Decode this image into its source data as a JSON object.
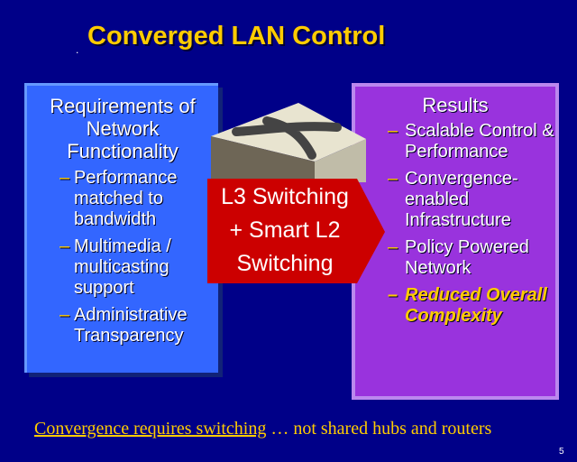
{
  "title": "Converged LAN Control",
  "left_box": {
    "heading": "Requirements of Network Functionality",
    "items": [
      "Performance matched to bandwidth",
      "Multimedia / multicasting support",
      "Administrative Transparency"
    ]
  },
  "center": {
    "text_line1": "L3 Switching",
    "text_line2": "+ Smart L2",
    "text_line3": "Switching"
  },
  "right_box": {
    "heading": "Results",
    "items": [
      "Scalable Control & Performance",
      "Convergence-enabled Infrastructure",
      "Policy Powered Network",
      "Reduced Overall Complexity"
    ]
  },
  "footer": {
    "underlined": "Convergence requires switching",
    "rest": " … not shared  hubs and routers"
  },
  "page_number": "5",
  "bullet": "–",
  "colors": {
    "background": "#000088",
    "accent": "#ffcc00",
    "left_box": "#3366ff",
    "right_box": "#9933dd",
    "arrow": "#cc0000"
  }
}
